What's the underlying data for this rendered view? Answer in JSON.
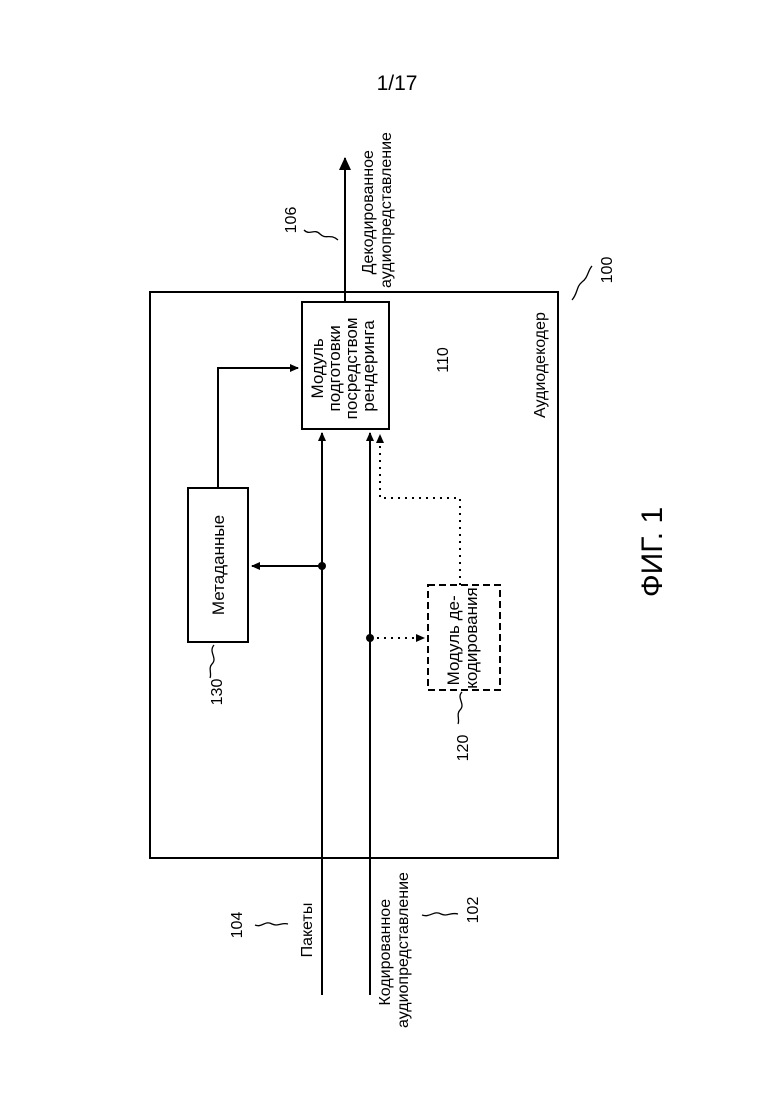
{
  "page_number": "1/17",
  "figure_caption": "ФИГ. 1",
  "decoder": {
    "ref": "100",
    "label": "Аудиодекодер"
  },
  "renderer": {
    "ref": "110",
    "line1": "Модуль",
    "line2": "подготовки",
    "line3": "посредством",
    "line4": "рендеринга"
  },
  "decoding_module": {
    "ref": "120",
    "line1": "Модуль де-",
    "line2": "кодирования"
  },
  "metadata": {
    "ref": "130",
    "label": "Метаданные"
  },
  "packets": {
    "ref": "104",
    "label": "Пакеты"
  },
  "encoded": {
    "ref": "102",
    "line1": "Кодированное",
    "line2": "аудиопредставление"
  },
  "decoded": {
    "ref": "106",
    "line1": "Декодированное",
    "line2": "аудиопредставление"
  },
  "colors": {
    "line": "#000000",
    "background": "#ffffff"
  }
}
